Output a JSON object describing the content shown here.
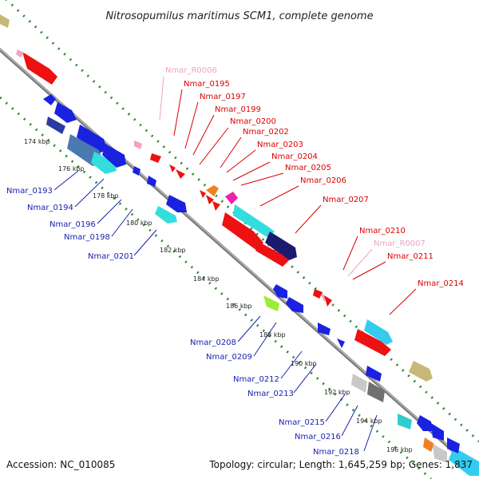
{
  "title": "Nitrosopumilus maritimus SCM1, complete genome",
  "footer": {
    "accession": "Accession: NC_010085",
    "topology": "Topology: circular; Length: 1,645,259 bp; Genes: 1,837"
  },
  "colors": {
    "forward_label": "#dd0000",
    "reverse_label": "#1a22b0",
    "rna_label": "#f0a0c8",
    "backbone": "#888888",
    "ruler": "#2a8a2a"
  },
  "ticks": [
    "174 kbp",
    "176 kbp",
    "178 kbp",
    "180 kbp",
    "182 kbp",
    "184 kbp",
    "186 kbp",
    "188 kbp",
    "190 kbp",
    "192 kbp",
    "194 kbp",
    "196 kbp"
  ],
  "forward_labels": [
    "Nmar_R0006",
    "Nmar_0195",
    "Nmar_0197",
    "Nmar_0199",
    "Nmar_0200",
    "Nmar_0202",
    "Nmar_0203",
    "Nmar_0204",
    "Nmar_0205",
    "Nmar_0206",
    "Nmar_0207",
    "Nmar_0210",
    "Nmar_R0007",
    "Nmar_0211",
    "Nmar_0214"
  ],
  "reverse_labels": [
    "Nmar_0193",
    "Nmar_0194",
    "Nmar_0196",
    "Nmar_0198",
    "Nmar_0201",
    "Nmar_0208",
    "Nmar_0209",
    "Nmar_0212",
    "Nmar_0213",
    "Nmar_0215",
    "Nmar_0216",
    "Nmar_0218"
  ]
}
